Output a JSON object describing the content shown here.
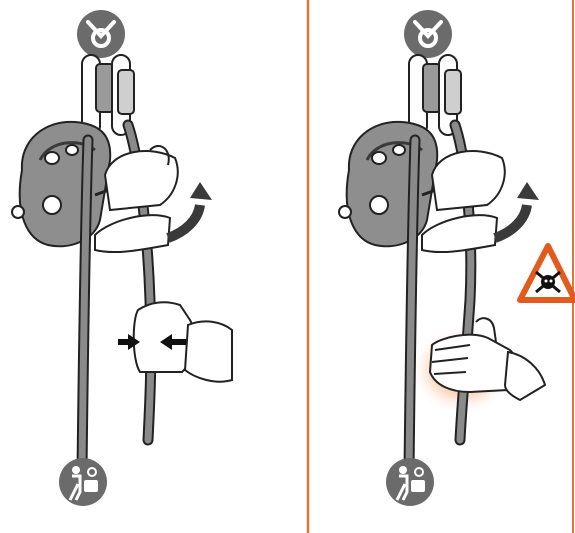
{
  "colors": {
    "divider": "#d9773a",
    "rope": "#8a8a8a",
    "rope_outline": "#2b2b2b",
    "device_gray": "#8e8e8e",
    "device_dark": "#3a3a3a",
    "badge_gray": "#6b6b6b",
    "warning_orange": "#e35a1e",
    "danger_glow": "#f3a070",
    "skin": "#ffffff",
    "outline": "#222222"
  },
  "panels": [
    {
      "id": "correct",
      "top_badge_icon": "anchor-ring-icon",
      "bottom_badge_icon": "climber-with-bag-icon",
      "hand_state": "gripping-rope",
      "squeeze_arrows": true,
      "rotation_arrow_icon": "curved-arrow-up-icon"
    },
    {
      "id": "incorrect",
      "top_badge_icon": "anchor-ring-icon",
      "bottom_badge_icon": "climber-with-bag-icon",
      "hand_state": "open-hand-rope-slipping",
      "squeeze_arrows": false,
      "rotation_arrow_icon": "curved-arrow-up-icon",
      "warning_icon": "skull-crossbones-warning-icon"
    }
  ]
}
